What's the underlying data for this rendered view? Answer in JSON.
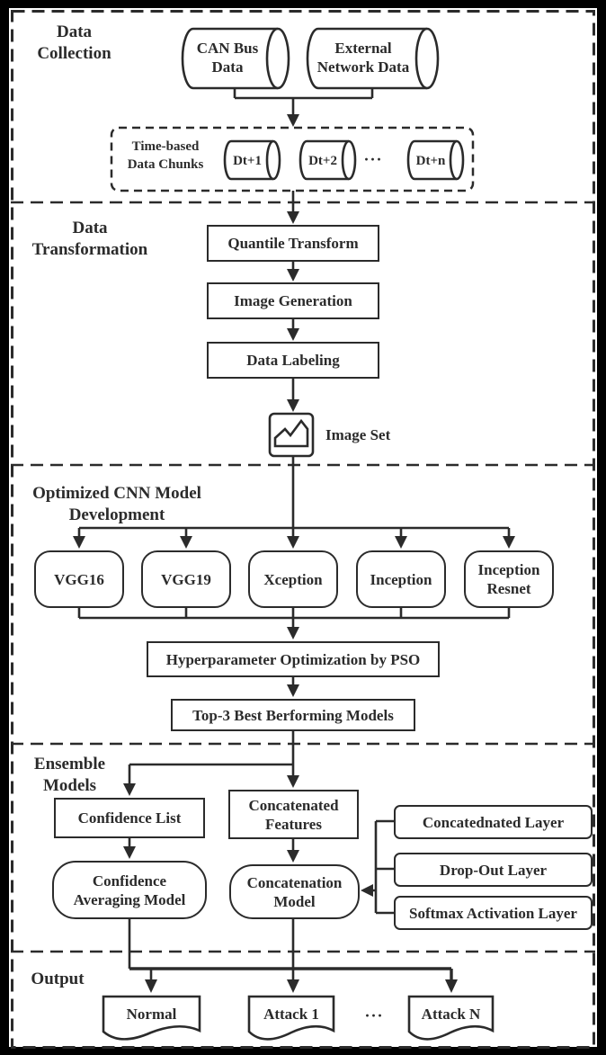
{
  "colors": {
    "ink": "#2b2b2b",
    "background": "#ffffff",
    "frame": "#000000"
  },
  "sections": {
    "collection": {
      "title": [
        "Data",
        "Collection"
      ]
    },
    "transformation": {
      "title": [
        "Data",
        "Transformation"
      ]
    },
    "cnn": {
      "title": [
        "Optimized CNN Model",
        "Development"
      ]
    },
    "ensemble": {
      "title": [
        "Ensemble",
        "Models"
      ]
    },
    "output": {
      "title": [
        "Output"
      ]
    }
  },
  "collection": {
    "cylinders": [
      {
        "lines": [
          "CAN Bus",
          "Data"
        ]
      },
      {
        "lines": [
          "External",
          "Network Data"
        ]
      }
    ],
    "chunks": {
      "label": [
        "Time-based",
        "Data Chunks"
      ],
      "items": [
        "Dt+1",
        "Dt+2",
        "Dt+n"
      ],
      "ellipsis": "···"
    }
  },
  "transformation": {
    "steps": [
      "Quantile Transform",
      "Image Generation",
      "Data Labeling"
    ],
    "image_set_label": "Image Set"
  },
  "cnn": {
    "models": [
      "VGG16",
      "VGG19",
      "Xception",
      "Inception",
      "Inception Resnet"
    ],
    "pso": "Hyperparameter Optimization by PSO",
    "top3": "Top-3 Best Berforming Models"
  },
  "ensemble": {
    "confidence_list": "Confidence List",
    "concatenated_features": [
      "Concatenated",
      "Features"
    ],
    "confidence_averaging_model": [
      "Confidence",
      "Averaging Model"
    ],
    "concatenation_model": [
      "Concatenation",
      "Model"
    ],
    "layers": [
      "Concatednated Layer",
      "Drop-Out Layer",
      "Softmax Activation Layer"
    ]
  },
  "output": {
    "results": [
      "Normal",
      "Attack 1",
      "Attack N"
    ],
    "ellipsis": "···"
  }
}
